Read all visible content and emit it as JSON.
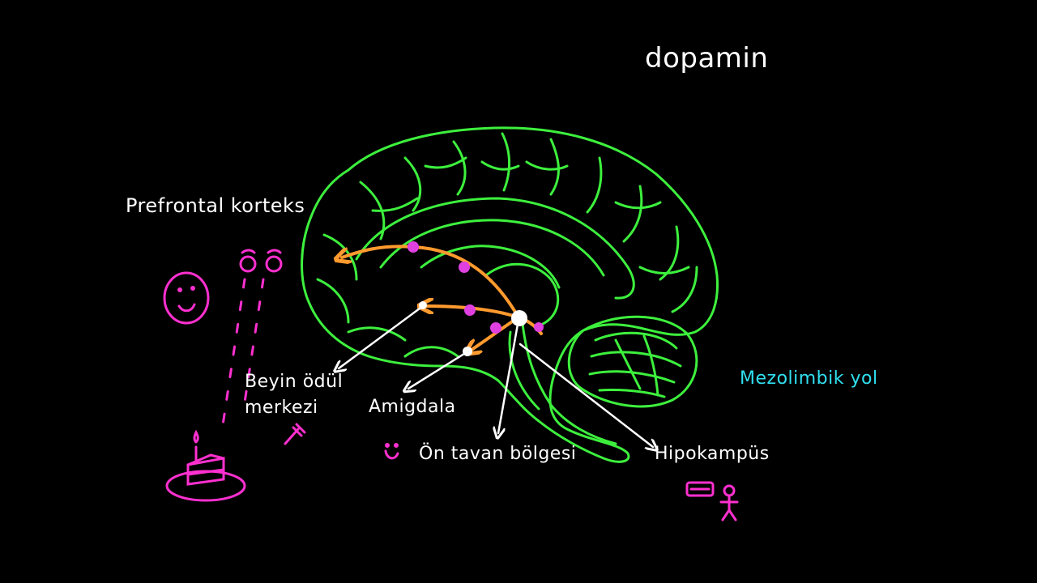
{
  "labels": {
    "title": "dopamin",
    "prefrontal": "Prefrontal korteks",
    "reward_center_line1": "Beyin ödül",
    "reward_center_line2": "merkezi",
    "amygdala": "Amigdala",
    "vta": "Ön tavan bölgesi",
    "hippocampus": "Hipokampüs",
    "pathway": "Mezolimbik yol"
  },
  "colors": {
    "brain": "#3df03d",
    "pathway_arrows": "#ff9a2e",
    "dopamine_dots": "#e040e0",
    "pathway_label": "#30e0f0",
    "text": "#ffffff",
    "doodles": "#ff30d0"
  }
}
